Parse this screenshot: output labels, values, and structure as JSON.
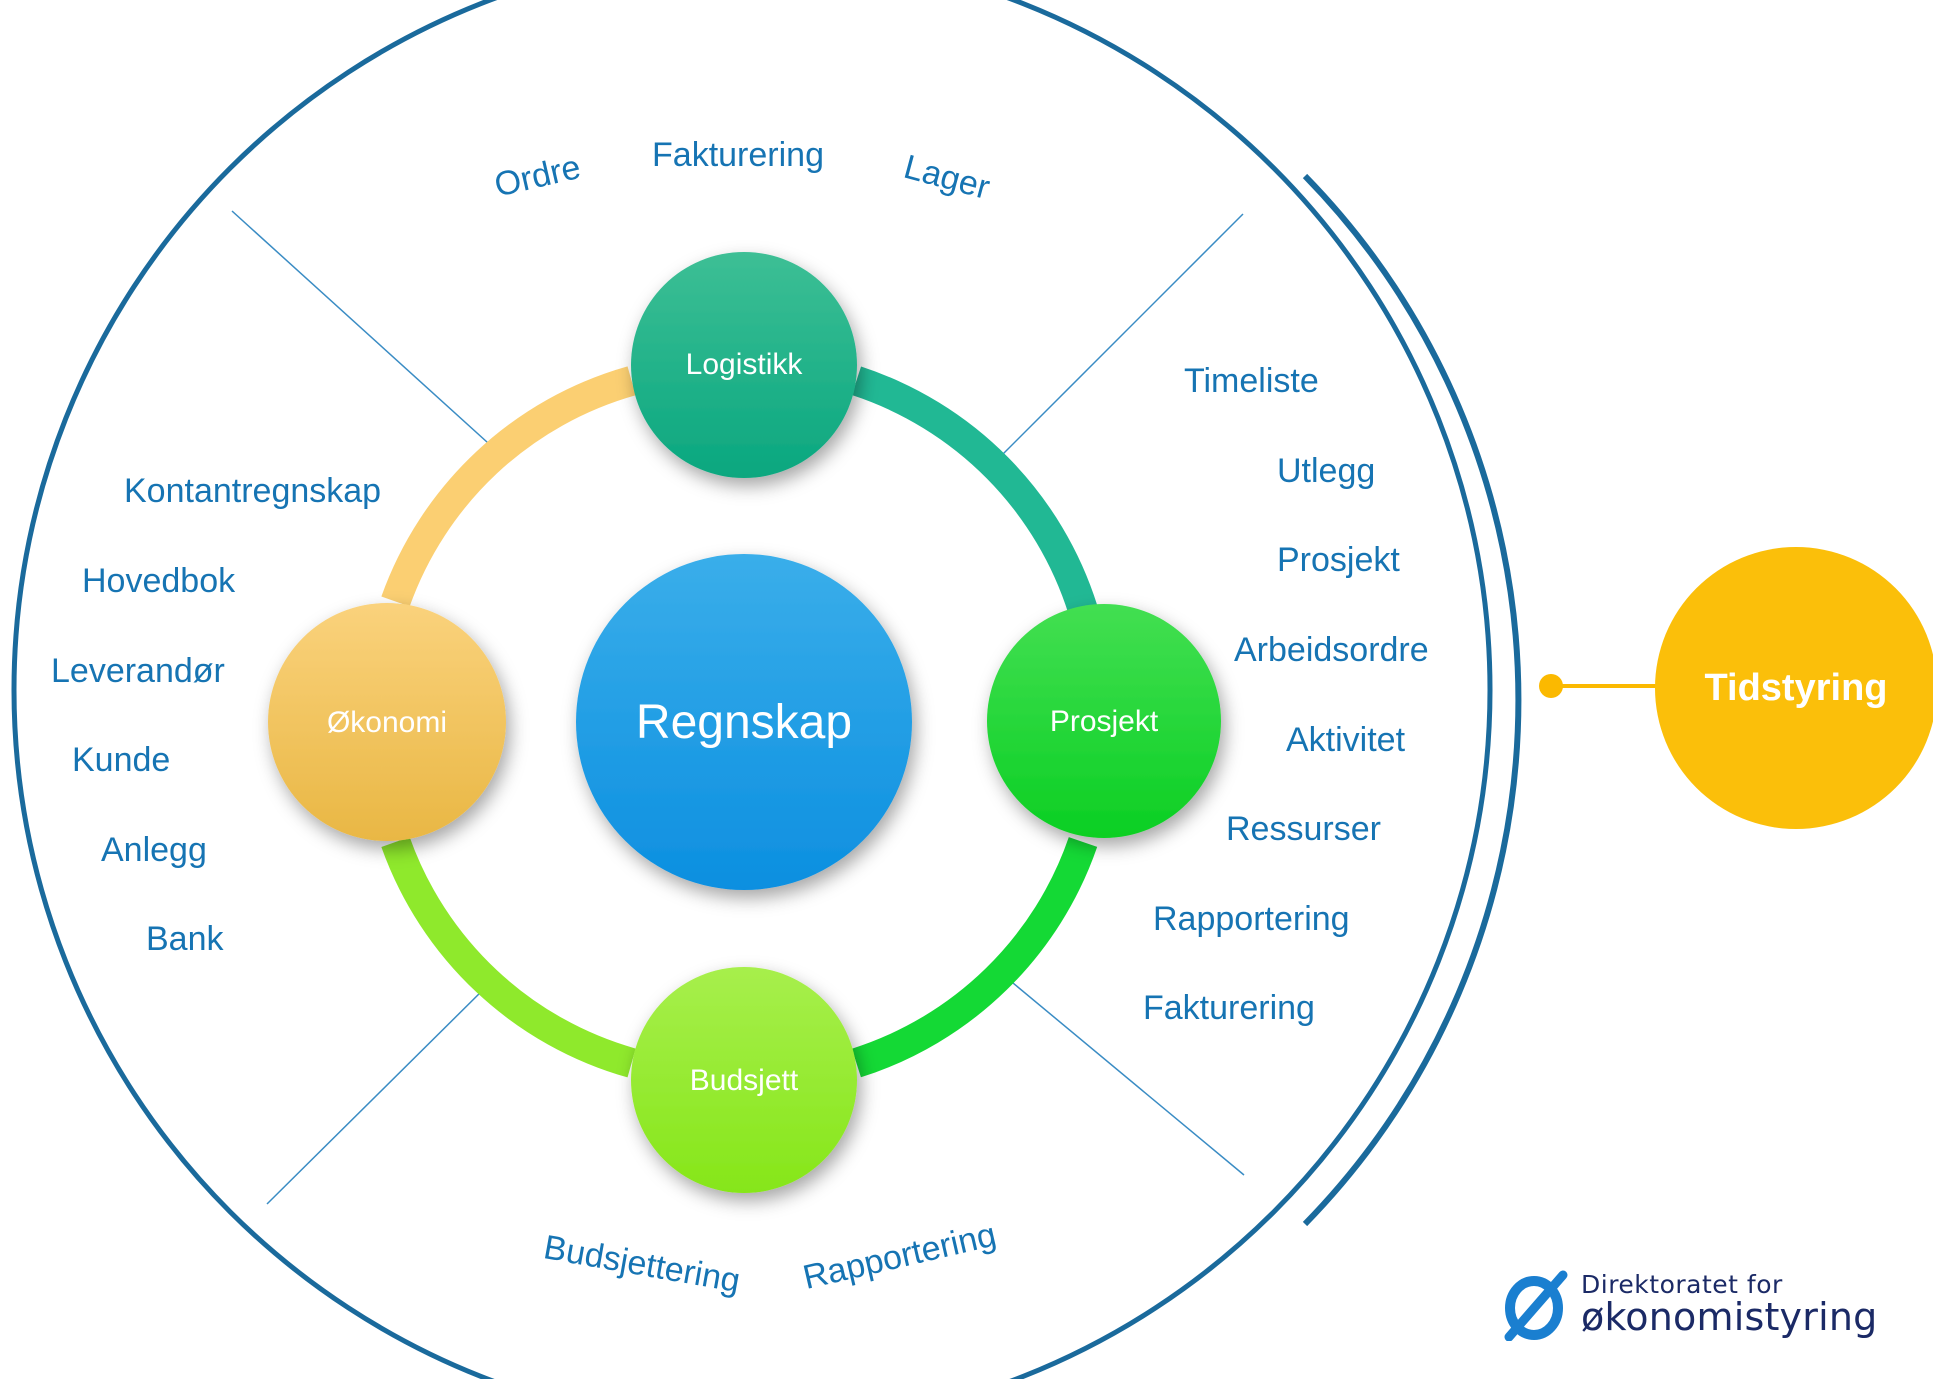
{
  "center": {
    "label": "Regnskap"
  },
  "nodes": {
    "logistikk": "Logistikk",
    "prosjekt": "Prosjekt",
    "budsjett": "Budsjett",
    "okonomi": "Økonomi"
  },
  "sections": {
    "top": [
      "Ordre",
      "Fakturering",
      "Lager"
    ],
    "right": [
      "Timeliste",
      "Utlegg",
      "Prosjekt",
      "Arbeidsordre",
      "Aktivitet",
      "Ressurser",
      "Rapportering",
      "Fakturering"
    ],
    "bottom": [
      "Budsjettering",
      "Rapportering"
    ],
    "left": [
      "Kontantregnskap",
      "Hovedbok",
      "Leverandør",
      "Kunde",
      "Anlegg",
      "Bank"
    ]
  },
  "side": {
    "label": "Tidstyring"
  },
  "logo": {
    "line1": "Direktoratet for",
    "line2": "økonomistyring"
  },
  "colors": {
    "outline": "#1a6a9c",
    "text": "#1674b3",
    "center": "#1a9de8",
    "logistikk": "#1daf86",
    "prosjekt": "#1bd43a",
    "budsjett": "#8fe826",
    "okonomi": "#f8c45a",
    "tidstyring": "#fbb900"
  }
}
